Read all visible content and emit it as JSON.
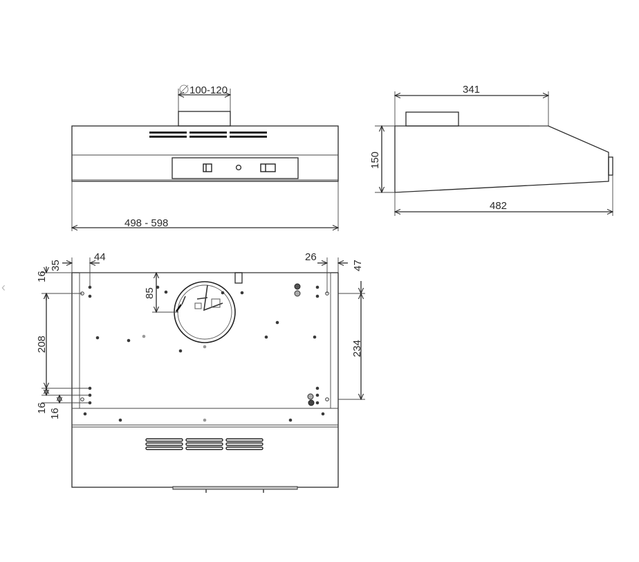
{
  "nav": {
    "prev_glyph": "‹"
  },
  "front_view": {
    "duct_diameter": "100-120",
    "width": "498 - 598"
  },
  "side_view": {
    "depth_top": "341",
    "height": "150",
    "depth_bottom": "482"
  },
  "bottom_view": {
    "left_offset_35": "35",
    "left_offset_44": "44",
    "right_offset_26": "26",
    "right_offset_47": "47",
    "left_16_top": "16",
    "left_208": "208",
    "left_16_bottom_a": "16",
    "left_16_bottom_b": "16",
    "outlet_offset": "85",
    "right_234": "234"
  }
}
